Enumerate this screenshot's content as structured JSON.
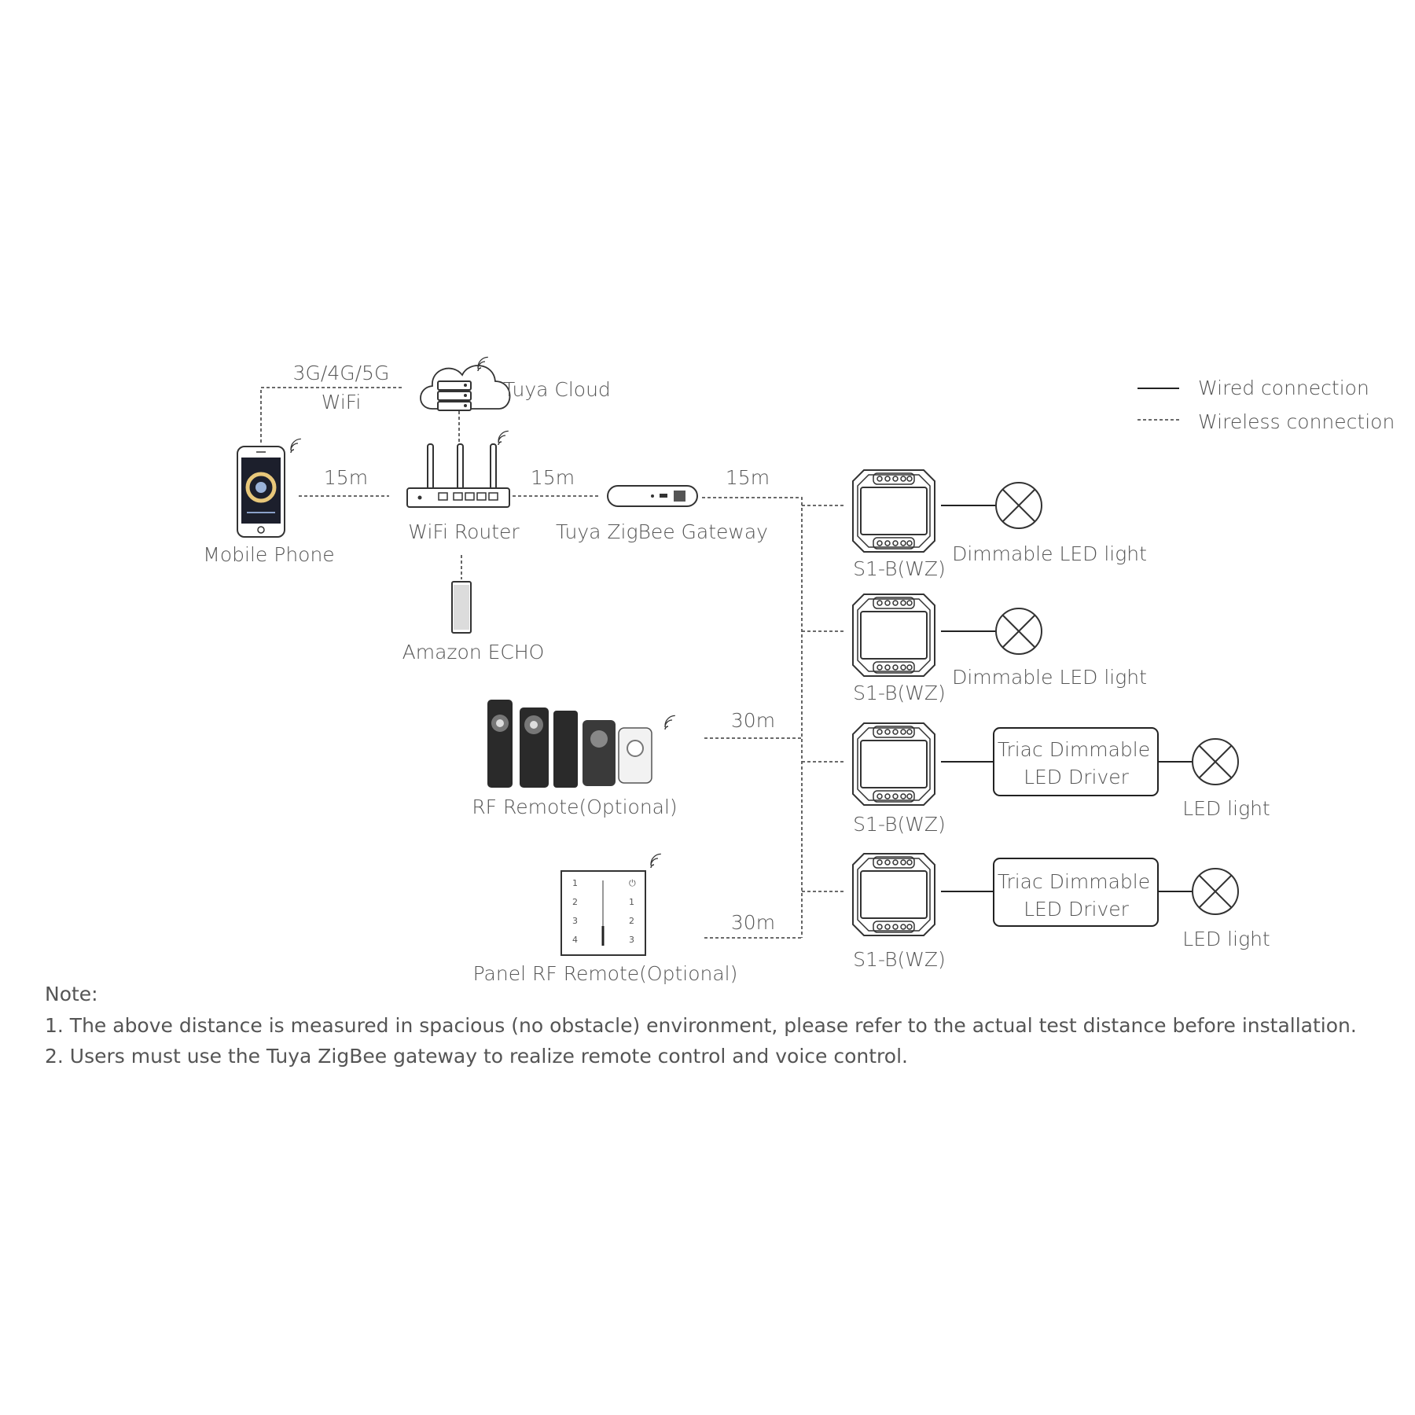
{
  "diagram": {
    "cloud_label": "Tuya Cloud",
    "network_label_top": "3G/4G/5G",
    "network_label_bottom": "WiFi",
    "phone_label": "Mobile Phone",
    "router_label": "WiFi Router",
    "gateway_label": "Tuya ZigBee Gateway",
    "echo_label": "Amazon ECHO",
    "rf_remote_label": "RF Remote(Optional)",
    "panel_remote_label": "Panel RF Remote(Optional)",
    "distances": {
      "phone_router": "15m",
      "router_gateway": "15m",
      "gateway_modules": "15m",
      "rf_remote": "30m",
      "panel_remote": "30m"
    },
    "legend": {
      "wired": "Wired connection",
      "wireless": "Wireless connection"
    },
    "modules": [
      {
        "label": "S1-B(WZ)",
        "load": "Dimmable LED light",
        "driver_line1": "",
        "driver_line2": ""
      },
      {
        "label": "S1-B(WZ)",
        "load": "Dimmable LED light",
        "driver_line1": "",
        "driver_line2": ""
      },
      {
        "label": "S1-B(WZ)",
        "load": "LED light",
        "driver_line1": "Triac Dimmable",
        "driver_line2": "LED Driver"
      },
      {
        "label": "S1-B(WZ)",
        "load": "LED light",
        "driver_line1": "Triac Dimmable",
        "driver_line2": "LED Driver"
      }
    ],
    "panel_keys": {
      "left": [
        "1",
        "2",
        "3",
        "4"
      ],
      "right": [
        "⏻",
        "1",
        "2",
        "3"
      ]
    }
  },
  "notes": {
    "title": "Note:",
    "items": [
      "1. The above distance is measured in spacious (no obstacle) environment, please refer to the actual test distance before installation.",
      "2. Users must use the Tuya ZigBee gateway to realize remote control and voice control."
    ]
  }
}
